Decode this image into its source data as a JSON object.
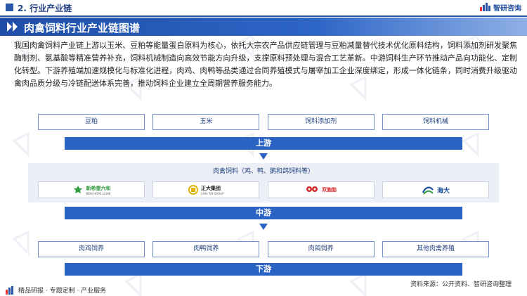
{
  "header": {
    "section": "2. 行业产业链",
    "brand": "智研咨询"
  },
  "title": "肉禽饲料行业产业链图谱",
  "intro": "我国肉禽饲料产业链上游以玉米、豆粕等能量蛋白原料为核心，依托大宗农产品供应链管理与豆粕减量替代技术优化原料结构，饲料添加剂研发聚焦酶制剂、氨基酸等精准营养补充，饲料机械制造向高效节能方向升级，支撑原料预处理与混合工艺革新。中游饲料生产环节推动产品向功能化、定制化转型。下游养殖端加速规模化与标准化进程，肉鸡、肉鸭等品类通过合同养殖模式与屠宰加工企业深度绑定，形成一体化链条，同时消费升级驱动禽肉品质分级与冷链配送体系完善，推动饲料企业建立全周期营养服务能力。",
  "upstream": {
    "items": [
      "豆粕",
      "玉米",
      "饲料添加剂",
      "饲料机械"
    ],
    "label": "上游"
  },
  "midstream": {
    "panel_title": "肉禽饲料（鸡、鸭、鹅和鸽饲料等）",
    "companies": [
      {
        "name": "新希望六和",
        "sub": "NEW HOPE LIUHE",
        "icon": "newhope-logo-icon",
        "color": "#2e9a3e"
      },
      {
        "name": "正大集团",
        "sub": "CHIA TAI GROUP",
        "icon": "chiatai-logo-icon",
        "color": "#222222"
      },
      {
        "name": "双胞胎",
        "sub": "",
        "icon": "twins-logo-icon",
        "color": "#d82a2a"
      },
      {
        "name": "海大",
        "sub": "",
        "icon": "haid-logo-icon",
        "color": "#1b4d9c"
      }
    ],
    "label": "中游"
  },
  "downstream": {
    "items": [
      "肉鸡饲养",
      "肉鸭饲养",
      "肉鸽饲养",
      "其他肉禽养殖"
    ],
    "label": "下游"
  },
  "footer": {
    "left": "精品研报 · 专题定制 · 产业服务",
    "source": "资料来源：公开资料、智研咨询整理"
  },
  "colors": {
    "primary": "#2a63c4",
    "dark": "#1f4ea8",
    "panel": "#ecf0f6"
  }
}
